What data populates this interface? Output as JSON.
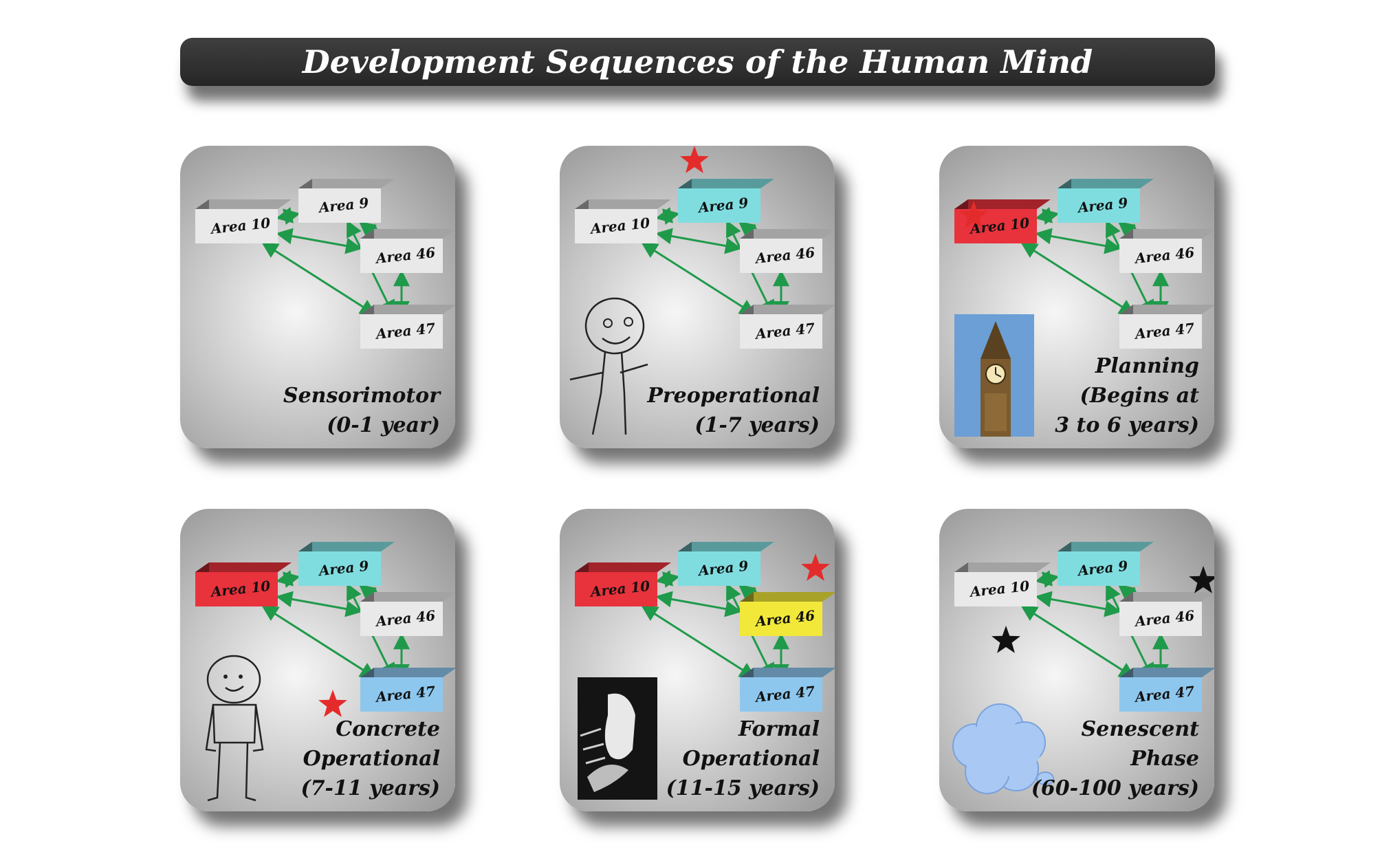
{
  "title": "Development Sequences of the Human Mind",
  "area_labels": {
    "a10": "Area 10",
    "a9": "Area 9",
    "a46": "Area 46",
    "a47": "Area 47"
  },
  "colors": {
    "gray": "#e9e9e9",
    "cyan": "#7fdde0",
    "red": "#e8323c",
    "yellow": "#f2e83a",
    "blue": "#8ec7ee",
    "arrow": "#1f9a4a",
    "star_red": "#e42b2b",
    "star_black": "#111111"
  },
  "panels": [
    {
      "caption": "Sensorimotor\n(0-1 year)",
      "boxes": {
        "a10": "gray",
        "a9": "gray",
        "a46": "gray",
        "a47": "gray"
      },
      "star_near": [],
      "picture": "none"
    },
    {
      "caption": "Preoperational\n(1-7 years)",
      "boxes": {
        "a10": "gray",
        "a9": "cyan",
        "a46": "gray",
        "a47": "gray"
      },
      "star_near": [
        "a9"
      ],
      "star_color": "red",
      "picture": "stick-figure-drawing"
    },
    {
      "caption": "Planning\n(Begins at\n3 to 6 years)",
      "boxes": {
        "a10": "red",
        "a9": "cyan",
        "a46": "gray",
        "a47": "gray"
      },
      "star_near": [
        "a10"
      ],
      "star_color": "red",
      "picture": "clock-tower-photo"
    },
    {
      "caption": "Concrete\nOperational\n(7-11 years)",
      "boxes": {
        "a10": "red",
        "a9": "cyan",
        "a46": "gray",
        "a47": "blue"
      },
      "star_near": [
        "a47"
      ],
      "star_color": "red",
      "picture": "person-drawing"
    },
    {
      "caption": "Formal\nOperational\n(11-15 years)",
      "boxes": {
        "a10": "red",
        "a9": "cyan",
        "a46": "yellow",
        "a47": "blue"
      },
      "star_near": [
        "a46"
      ],
      "star_color": "red",
      "picture": "abstract-art-photo"
    },
    {
      "caption": "Senescent\nPhase\n(60-100 years)",
      "boxes": {
        "a10": "gray",
        "a9": "cyan",
        "a46": "gray",
        "a47": "blue"
      },
      "star_near": [
        "a10",
        "a46"
      ],
      "star_color": "black",
      "picture": "thought-cloud"
    }
  ]
}
